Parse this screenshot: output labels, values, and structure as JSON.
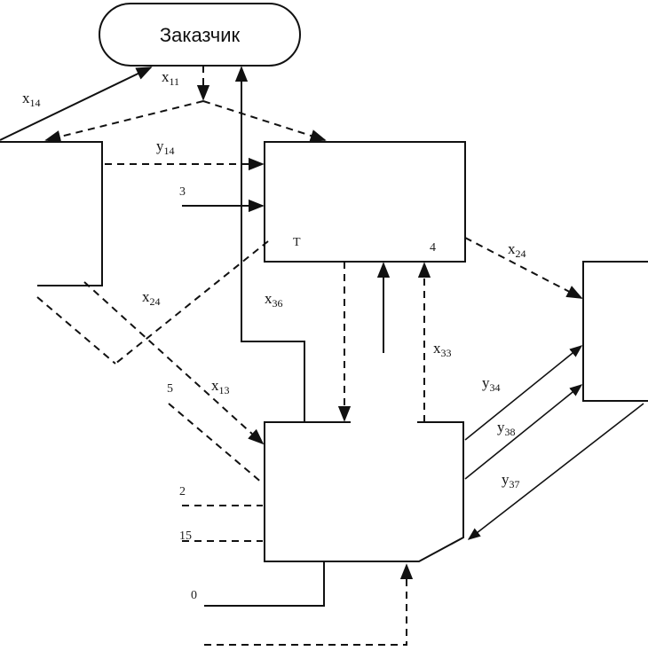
{
  "diagram": {
    "customer_label": "Заказчик",
    "edges": {
      "x11": {
        "base": "x",
        "sub": "11"
      },
      "x14": {
        "base": "x",
        "sub": "14"
      },
      "y14": {
        "base": "y",
        "sub": "14"
      },
      "x24_left": {
        "base": "x",
        "sub": "24"
      },
      "x24_right": {
        "base": "x",
        "sub": "24"
      },
      "x36": {
        "base": "x",
        "sub": "36"
      },
      "x13": {
        "base": "x",
        "sub": "13"
      },
      "x33": {
        "base": "x",
        "sub": "33"
      },
      "y34": {
        "base": "y",
        "sub": "34"
      },
      "y38": {
        "base": "y",
        "sub": "38"
      },
      "y37": {
        "base": "y",
        "sub": "37"
      }
    },
    "fragments": {
      "f3": "3",
      "f5": "5",
      "f2": "2",
      "f15": "15",
      "f0": "0",
      "f4": "4",
      "fT": "T"
    }
  }
}
